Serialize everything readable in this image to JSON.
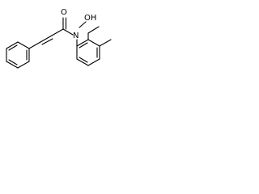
{
  "molecule": {
    "atoms": {
      "oxygen": "O",
      "nitrogen": "N",
      "hydroxyl": "OH"
    }
  }
}
